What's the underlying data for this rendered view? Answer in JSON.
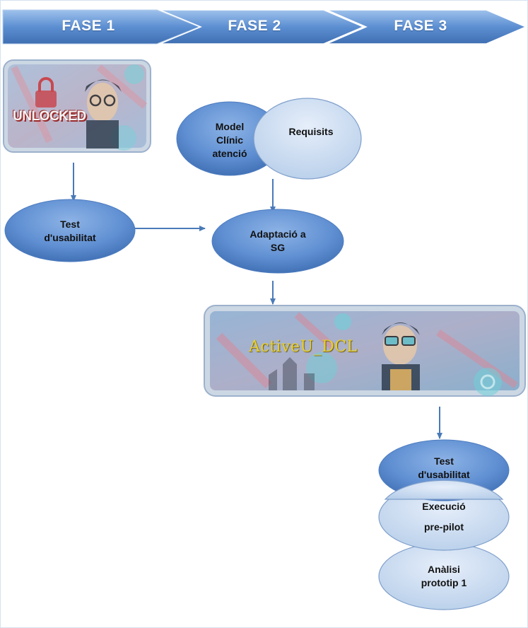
{
  "phases": [
    "FASE 1",
    "FASE 2",
    "FASE 3"
  ],
  "nodes": {
    "unlocked_logo": "UNLOCKED",
    "test_usabilitat_1": [
      "Test",
      "d'usabilitat"
    ],
    "model_clinic": [
      "Model",
      "Clínic",
      "atenció"
    ],
    "requisits": "Requisits",
    "adaptacio": [
      "Adaptació a",
      "SG"
    ],
    "activeu_title": "ActiveU_DCL",
    "test_usabilitat_2": [
      "Test",
      "d'usabilitat"
    ],
    "execucio": [
      "Execució",
      "pre-pilot"
    ],
    "analisi": [
      "Anàlisi",
      "prototip 1"
    ]
  },
  "colors": {
    "phase_arrow": "#5b8fd0",
    "node_dark": "#5f8ed0",
    "node_light": "#c5d9f1",
    "connector": "#4a7ab8"
  }
}
